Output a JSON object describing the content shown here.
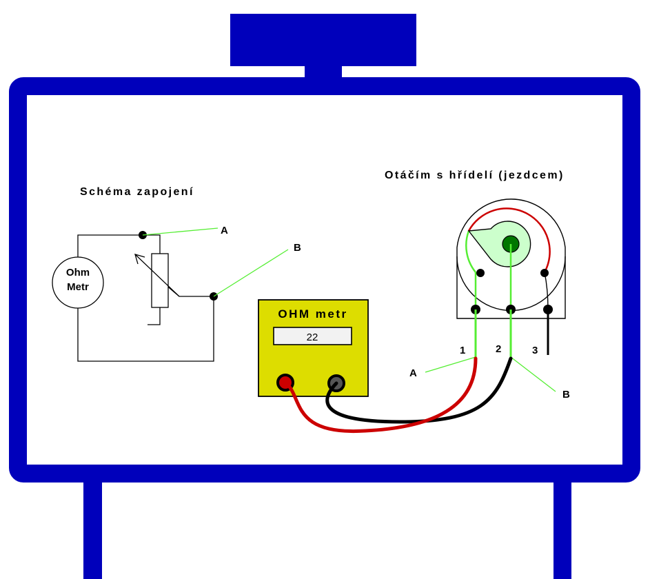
{
  "colors": {
    "frame": "#0000BB",
    "meter_body": "#DDDD00",
    "green_wire": "#55EE33",
    "red_wire": "#CC0000",
    "black_wire": "#000000",
    "wiper_fill": "#CCFFCC",
    "wiper_center": "#007700"
  },
  "schematic": {
    "title": "Schéma zapojení",
    "meter_label_line1": "Ohm",
    "meter_label_line2": "Metr",
    "point_a": "A",
    "point_b": "B"
  },
  "ohmmeter": {
    "title": "OHM metr",
    "display_value": "22"
  },
  "potentiometer": {
    "title": "Otáčím s hřídelí (jezdcem)",
    "pin_1": "1",
    "pin_2": "2",
    "pin_3": "3",
    "label_a": "A",
    "label_b": "B"
  }
}
